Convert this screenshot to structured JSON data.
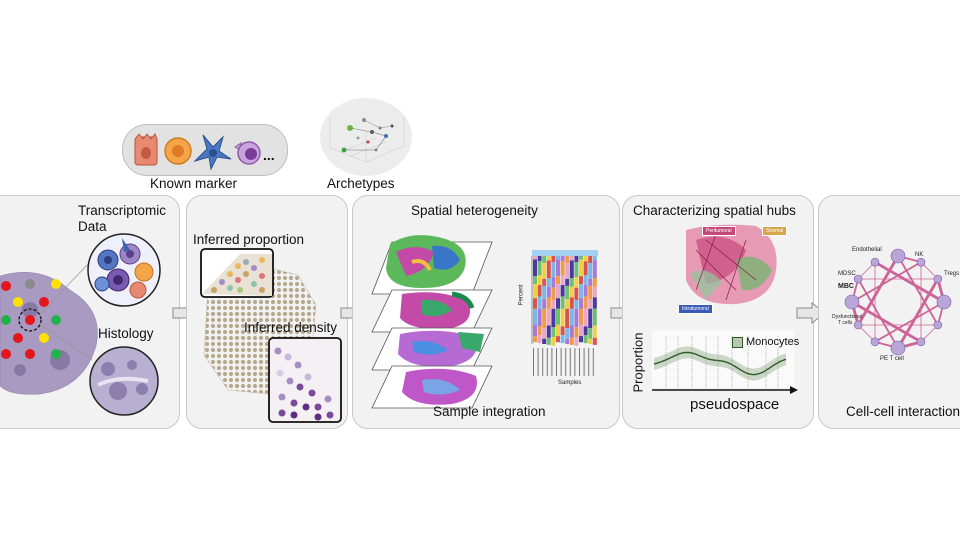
{
  "known_marker": {
    "label": "Known marker",
    "ellipsis": "..."
  },
  "archetypes": {
    "label": "Archetypes"
  },
  "panel1": {
    "transcriptomic": "Transcriptomic",
    "data": "Data",
    "histology": "Histology"
  },
  "panel2": {
    "inferred_proportion": "Inferred proportion",
    "inferred_density": "Inferred density"
  },
  "panel3": {
    "title": "Spatial heterogeneity",
    "footer": "Sample integration",
    "bar_ylabel": "Percent",
    "bar_xlabel": "Samples"
  },
  "panel4": {
    "title": "Characterizing spatial hubs",
    "legend_monocytes": "Monocytes",
    "ylabel": "Proportion",
    "xlabel": "pseudospace",
    "tag1": "Peritumoral",
    "tag2": "Stromal",
    "tag3": "Intratumoral"
  },
  "panel5": {
    "footer": "Cell-cell interaction",
    "nodes": {
      "endothelial": "Endothelial",
      "nk": "NK",
      "mdsc": "MDSC",
      "tregs": "Tregs",
      "mbc": "MBC",
      "dysfunctional": "Dysfunctional",
      "tcells": "T cells",
      "pet": "PE T cell"
    }
  },
  "colors": {
    "panel_bg": "#f2f2f2",
    "panel_border": "#c8c8c8",
    "arrow_fill": "#e6e6e6",
    "arrow_stroke": "#8a8a8a",
    "network_edge": "#c2347a",
    "node_fill": "#b9a6d6"
  }
}
